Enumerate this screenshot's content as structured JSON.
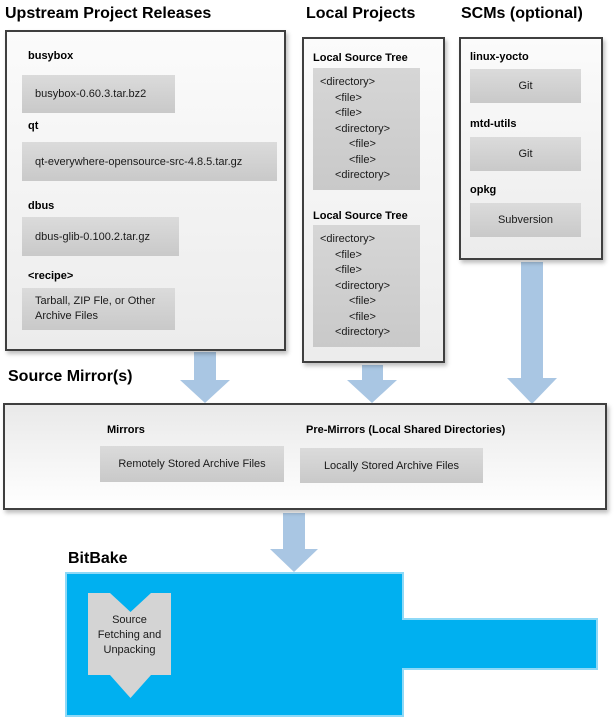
{
  "colors": {
    "bitbake_blue": "#00b0f0",
    "bitbake_edge": "#8ed9f7",
    "arrow_blue": "#a9c6e3",
    "item_gray": "#d2d2d2",
    "panel_border": "#3f3f3f"
  },
  "upstream": {
    "title": "Upstream Project Releases",
    "items": [
      {
        "label": "busybox",
        "file": "busybox-0.60.3.tar.bz2"
      },
      {
        "label": "qt",
        "file": "qt-everywhere-opensource-src-4.8.5.tar.gz"
      },
      {
        "label": "dbus",
        "file": "dbus-glib-0.100.2.tar.gz"
      },
      {
        "label": "<recipe>",
        "file": "Tarball, ZIP Fle, or Other Archive Files"
      }
    ]
  },
  "local_projects": {
    "title": "Local Projects",
    "sections": [
      {
        "label": "Local Source Tree",
        "tree": [
          "<directory>",
          "<file>",
          "<file>",
          "<directory>",
          "<file>",
          "<file>",
          "<directory>"
        ]
      },
      {
        "label": "Local Source Tree",
        "tree": [
          "<directory>",
          "<file>",
          "<file>",
          "<directory>",
          "<file>",
          "<file>",
          "<directory>"
        ]
      }
    ]
  },
  "scms": {
    "title": "SCMs (optional)",
    "items": [
      {
        "label": "linux-yocto",
        "scm": "Git"
      },
      {
        "label": "mtd-utils",
        "scm": "Git"
      },
      {
        "label": "opkg",
        "scm": "Subversion"
      }
    ]
  },
  "mirrors": {
    "title": "Source Mirror(s)",
    "items": [
      {
        "label": "Mirrors",
        "value": "Remotely Stored Archive Files"
      },
      {
        "label": "Pre-Mirrors (Local Shared Directories)",
        "value": "Locally Stored Archive Files"
      }
    ]
  },
  "bitbake": {
    "title": "BitBake",
    "process": {
      "lines": [
        "Source",
        "Fetching and",
        "Unpacking"
      ]
    }
  },
  "flows": [
    "upstream-project-releases -> source-mirrors",
    "local-projects -> source-mirrors",
    "scms -> source-mirrors",
    "source-mirrors -> bitbake"
  ]
}
